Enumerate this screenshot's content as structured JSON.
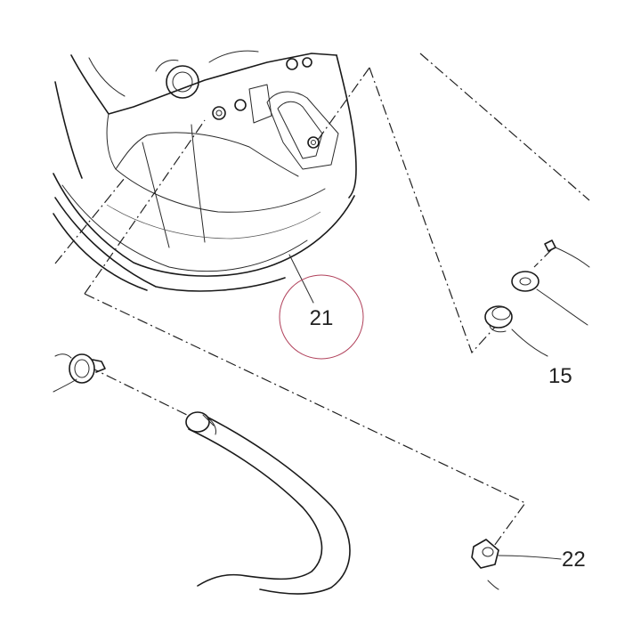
{
  "diagram": {
    "labels": {
      "part_21": "21",
      "part_15": "15",
      "part_22": "22"
    },
    "highlight_color": "#b0405a"
  }
}
